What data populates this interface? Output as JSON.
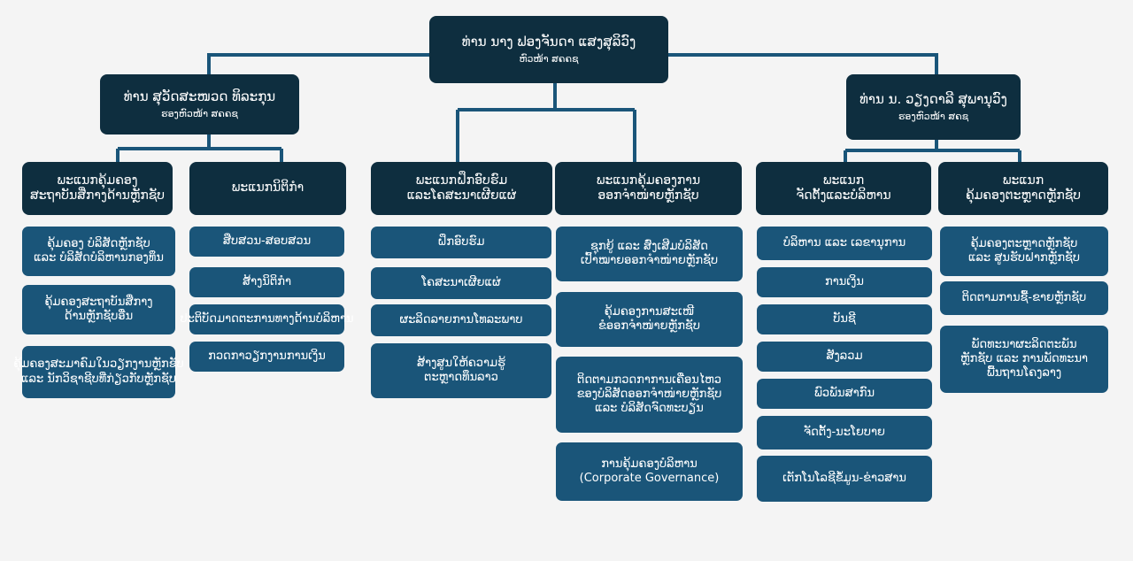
{
  "colors": {
    "background": "#f4f4f4",
    "executive_box": "#0e2e3f",
    "department_box": "#0e2e3f",
    "unit_box": "#1a5579",
    "connector": "#1a5579",
    "text": "#ffffff"
  },
  "chairman": {
    "name": "ທ່ານ ນາງ ຟອງຈັນດາ ແສງສຸລິວົງ",
    "title": "ຫົວໜ້າ ສຄຄຊ"
  },
  "deputy_left": {
    "name": "ທ່ານ ສຸວັດສະໜວດ ທິລະກຸນ",
    "title": "ຮອງຫົວໜ້າ ສຄຄຊ"
  },
  "deputy_right": {
    "name": "ທ່ານ ນ. ວຽງດາລີ ສຸພານຸວົງ",
    "title": "ຮອງຫົວໜ້າ ສຄຊ"
  },
  "departments": [
    {
      "lines": [
        "ພະແນກຄຸ້ມຄອງ",
        "ສະຖາບັນສື່ກາງດ້ານຫຼັກຊັບ"
      ],
      "units": [
        [
          "ຄຸ້ມຄອງ ບໍລິສັດຫຼັກຊັບ",
          "ແລະ ບໍລິສັດບໍລິຫານກອງທຶນ"
        ],
        [
          "ຄຸ້ມຄອງສະຖາບັນສື່ກາງ",
          "ດ້ານຫຼັກຊັບອື່ນ"
        ],
        [
          "ຄຸ້ມຄອງສະມາຄົມໃນວຽກງານຫຼັກຊັບ",
          "ແລະ ນັກວິຊາຊີບທີ່ກ່ຽວກັບຫຼັກຊັບ"
        ]
      ]
    },
    {
      "lines": [
        "ພະແນກນິຕິກຳ"
      ],
      "units": [
        [
          "ສືບສວນ-ສອບສວນ"
        ],
        [
          "ສ້າງນິຕິກຳ"
        ],
        [
          "ປະຕິບັດມາດຕະການທາງດ້ານບໍລິຫານ"
        ],
        [
          "ກວດກາວຽກງານການເງິນ"
        ]
      ]
    },
    {
      "lines": [
        "ພະແນກຝຶກອົບຮົມ",
        "ແລະໂຄສະນາເຜີຍແຜ່"
      ],
      "units": [
        [
          "ຝຶກອົບຮົມ"
        ],
        [
          "ໂຄສະນາເຜີຍແຜ່"
        ],
        [
          "ຜະລິດລາຍການໂທລະພາບ"
        ],
        [
          "ສ້າງສູນໃຫ້ຄວາມຮູ້",
          "ຕະຫຼາດທຶນລາວ"
        ]
      ]
    },
    {
      "lines": [
        "ພະແນກຄຸ້ມຄອງການ",
        "ອອກຈຳໜ່າຍຫຼັກຊັບ"
      ],
      "units": [
        [
          "ຊຸກຍູ້ ແລະ ສົ່ງເສີມບໍລິສັດ",
          "ເປົ້າໝາຍອອກຈຳໜ່າຍຫຼັກຊັບ"
        ],
        [
          "ຄຸ້ມຄອງການສະເໜີ",
          "ຂໍອອກຈຳໜ່າຍຫຼັກຊັບ"
        ],
        [
          "ຕິດຕາມກວດກາການເຄື່ອນໄຫວ",
          "ຂອງບໍລິສັດອອກຈຳໜ່າຍຫຼັກຊັບ",
          "ແລະ ບໍລິສັດຈົດທະບຽນ"
        ],
        [
          "ການຄຸ້ມຄອງບໍລິຫານ",
          "(Corporate Governance)"
        ]
      ]
    },
    {
      "lines": [
        "ພະແນກ",
        "ຈັດຕັ້ງແລະບໍລິຫານ"
      ],
      "units": [
        [
          "ບໍລິຫານ ແລະ ເລຂານຸການ"
        ],
        [
          "ການເງິນ"
        ],
        [
          "ບັນຊີ"
        ],
        [
          "ສັງລວມ"
        ],
        [
          "ພົວພັນສາກົນ"
        ],
        [
          "ຈັດຕັ້ງ-ນະໂຍບາຍ"
        ],
        [
          "ເຕັກໂນໂລຊີຂໍ້ມູນ-ຂ່າວສານ"
        ]
      ]
    },
    {
      "lines": [
        "ພະແນກ",
        "ຄຸ້ມຄອງຕະຫຼາດຫຼັກຊັບ"
      ],
      "units": [
        [
          "ຄຸ້ມຄອງຕະຫຼາດຫຼັກຊັບ",
          "ແລະ ສູນຮັບຝາກຫຼັກຊັບ"
        ],
        [
          "ຕິດຕາມການຊື້-ຂາຍຫຼັກຊັບ"
        ],
        [
          "ພັດທະນາຜະລິດຕະພັນ",
          "ຫຼັກຊັບ ແລະ ການພັດທະນາ",
          "ພື້ນຖານໂຄງລາງ"
        ]
      ]
    }
  ]
}
